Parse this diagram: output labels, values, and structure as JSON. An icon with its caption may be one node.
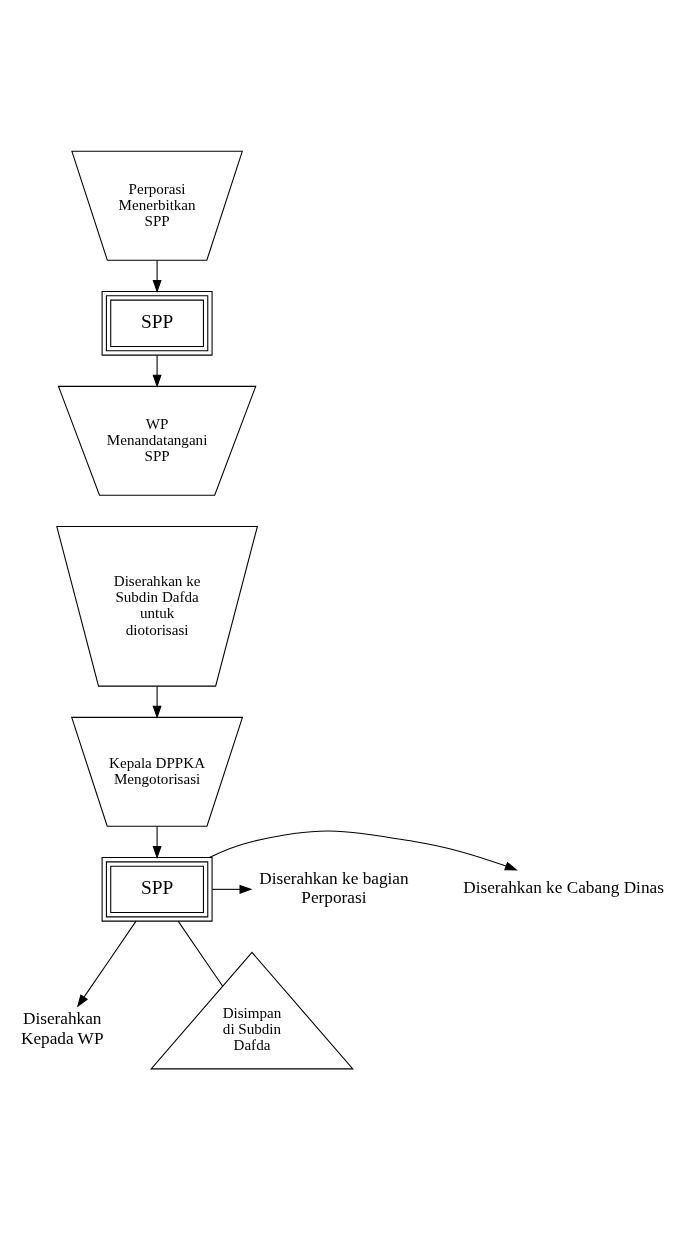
{
  "diagram": {
    "nodes": [
      {
        "text": [
          "Perporasi Menerbitkan SPP"
        ]
      },
      {
        "text": [
          "SPP"
        ]
      },
      {
        "text": [
          "WP Menandatangani SPP"
        ]
      },
      {
        "text": [
          "Diserahkan ke Subdin Dafda untuk diotorisasi"
        ]
      },
      {
        "text": [
          "Kepala DPPKA Mengotorisasi"
        ]
      },
      {
        "text": [
          "SPP"
        ]
      },
      {
        "text": [
          "Diserahkan ke Cabang Dinas"
        ]
      },
      {
        "text": [
          "Diserahkan ke bagian Perporasi"
        ]
      },
      {
        "text": [
          "Diserahkan Kepada WP"
        ]
      },
      {
        "text": [
          "Disimpan di Subdin Dafda"
        ]
      }
    ],
    "edges": [
      {
        "from": 0,
        "to": 1,
        "arrow": "to"
      },
      {
        "from": 1,
        "to": 2,
        "arrow": "to"
      },
      {
        "from": 3,
        "to": 4,
        "arrow": "to"
      },
      {
        "from": 4,
        "to": 5,
        "arrow": "to"
      },
      {
        "from": 5,
        "to": 6,
        "arrow": "to"
      },
      {
        "from": 5,
        "to": 7,
        "arrow": "to"
      },
      {
        "from": 5,
        "to": 8,
        "arrow": "to"
      },
      {
        "from": 5,
        "to": 9,
        "arrow": "none"
      }
    ]
  }
}
